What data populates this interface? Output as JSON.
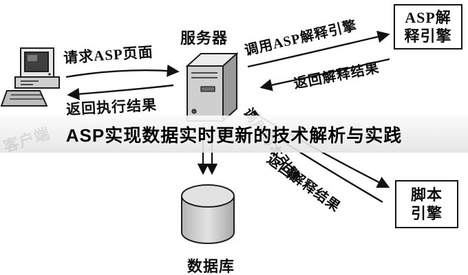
{
  "banner": {
    "title": "ASP实现数据实时更新的技术解析与实践"
  },
  "nodes": {
    "client": {
      "label": "客户端"
    },
    "server": {
      "label": "服务器"
    },
    "database": {
      "label": "数据库"
    },
    "asp_engine": {
      "line1": "ASP解",
      "line2": "释引擎"
    },
    "script_engine": {
      "line1": "脚本",
      "line2": "引擎"
    }
  },
  "edges": {
    "request": {
      "label": "请求ASP页面"
    },
    "return_exec": {
      "label": "返回执行结果"
    },
    "call_asp": {
      "label": "调用ASP解释引擎"
    },
    "return_interp_top": {
      "label": "返回解释结果"
    },
    "call_script": {
      "label": "调用脚本引擎"
    },
    "return_interp_bottom": {
      "label": "返回解释结果"
    }
  },
  "colors": {
    "arrow": "#111111",
    "box_border": "#111111",
    "server_light": "#ececec",
    "server_mid": "#cfcfcf",
    "server_dark": "#9a9a9a",
    "screen": "#3f3f3f"
  }
}
